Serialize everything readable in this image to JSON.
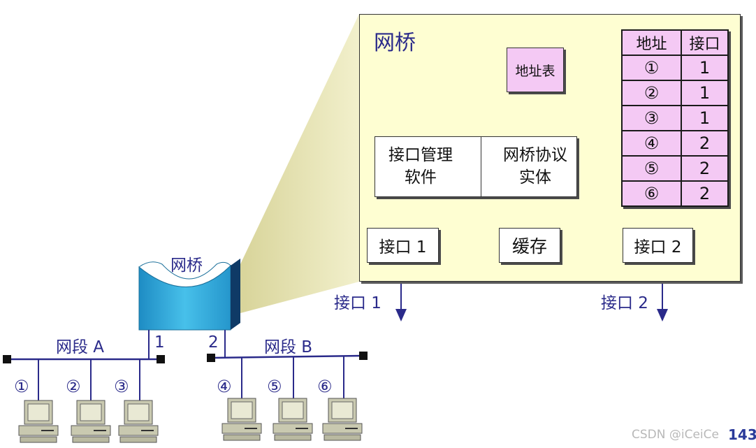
{
  "bridge_label": "网桥",
  "panel": {
    "title": "网桥",
    "addr_table_box": "地址表",
    "mgmt_line1": "接口管理",
    "mgmt_line2": "软件",
    "proto_line1": "网桥协议",
    "proto_line2": "实体",
    "buffer": "缓存",
    "port1_box": "接口 1",
    "port2_box": "接口 2"
  },
  "port1_out": "接口 1",
  "port2_out": "接口 2",
  "table": {
    "headers": [
      "地址",
      "接口"
    ],
    "rows": [
      [
        "①",
        "1"
      ],
      [
        "②",
        "1"
      ],
      [
        "③",
        "1"
      ],
      [
        "④",
        "2"
      ],
      [
        "⑤",
        "2"
      ],
      [
        "⑥",
        "2"
      ]
    ]
  },
  "segments": {
    "a": {
      "name": "网段 A",
      "port": "1",
      "hosts": [
        "①",
        "②",
        "③"
      ]
    },
    "b": {
      "name": "网段 B",
      "port": "2",
      "hosts": [
        "④",
        "⑤",
        "⑥"
      ]
    }
  },
  "footer": {
    "watermark": "CSDN @iCeiCe",
    "page_number": "143"
  },
  "colors": {
    "panel_bg": "#fefed2",
    "table_bg": "#f4c9f4",
    "line": "#2a2a8a",
    "bridge": "#2aa8d8",
    "cone": "#e8e6b0"
  }
}
